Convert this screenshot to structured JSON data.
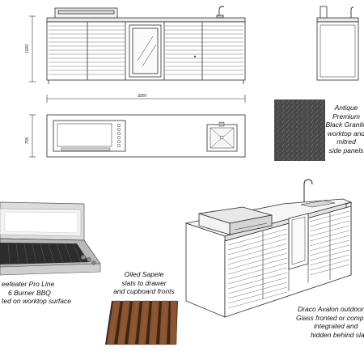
{
  "dimensions": {
    "height": "1020",
    "length": "3200",
    "depth": "700"
  },
  "annotations": {
    "granite": [
      "Antique",
      "Premium",
      "Black Granite",
      "worktop and",
      "mitred",
      "side panels"
    ],
    "bbq": [
      "eefeater Pro Line",
      "6 Burner BBQ",
      "ted on worktop surface"
    ],
    "sapele": [
      "Oiled Sapele",
      "slats to drawer",
      "and cupboard fronts"
    ],
    "fridge": [
      "Draco Avalon outdoor f",
      "Glass fronted or compl",
      "integrated and",
      "hidden behind slat"
    ]
  },
  "colors": {
    "line": "#2a2a2a",
    "granite": "#4a4a4a",
    "sapele_slat": "#8a5530",
    "sapele_dark": "#3b2515",
    "steel": "#c9c9c9"
  }
}
